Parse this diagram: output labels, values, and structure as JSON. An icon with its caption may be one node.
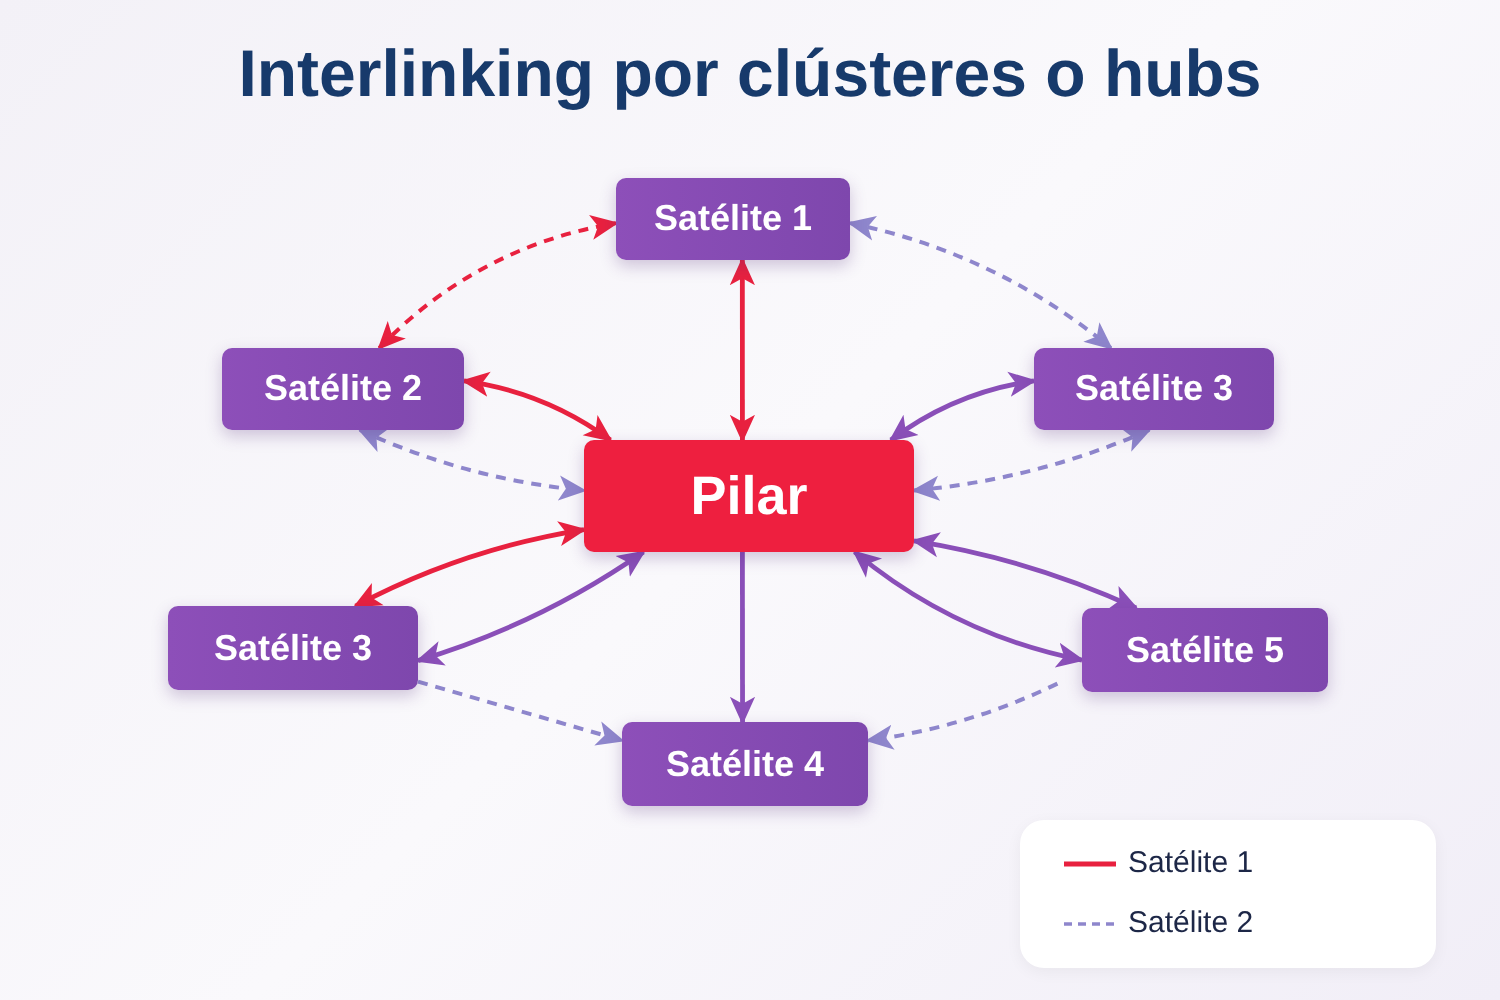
{
  "diagram": {
    "title": "Interlinking por clústeres o hubs",
    "nodes": [
      {
        "text": [
          "Pilar"
        ]
      },
      {
        "text": [
          "Satélite 1"
        ]
      },
      {
        "text": [
          "Satélite 2"
        ]
      },
      {
        "text": [
          "Satélite 3"
        ]
      },
      {
        "text": [
          "Satélite 3"
        ]
      },
      {
        "text": [
          "Satélite 4"
        ]
      },
      {
        "text": [
          "Satélite 5"
        ]
      }
    ],
    "edges": [
      {
        "from": 1,
        "to": 0,
        "arrow": "both",
        "color": "#e8213f"
      },
      {
        "from": 2,
        "to": 0,
        "arrow": "both",
        "color": "#e8213f"
      },
      {
        "from": 0,
        "to": 4,
        "arrow": "both",
        "color": "#e8213f"
      },
      {
        "from": 2,
        "to": 1,
        "arrow": "both",
        "style": "dashed",
        "color": "#e8213f"
      },
      {
        "from": 1,
        "to": 3,
        "arrow": "both",
        "style": "dashed",
        "color": "#8e86cc"
      },
      {
        "from": 2,
        "to": 0,
        "arrow": "both",
        "style": "dashed",
        "color": "#8e86cc"
      },
      {
        "from": 3,
        "to": 0,
        "arrow": "both"
      },
      {
        "from": 3,
        "to": 0,
        "arrow": "both",
        "style": "dashed",
        "color": "#8e86cc"
      },
      {
        "from": 0,
        "to": 5,
        "arrow": "to"
      },
      {
        "from": 4,
        "to": 0,
        "arrow": "both"
      },
      {
        "from": 4,
        "to": 5,
        "arrow": "to",
        "style": "dashed",
        "color": "#8e86cc"
      },
      {
        "from": 0,
        "to": 6,
        "arrow": "both"
      },
      {
        "from": 0,
        "to": 6,
        "arrow": "both"
      },
      {
        "from": 6,
        "to": 5,
        "arrow": "to",
        "style": "dashed",
        "color": "#8e86cc"
      }
    ],
    "legend": [
      {
        "text": "Satélite 1"
      },
      {
        "text": "Satélite 2"
      }
    ]
  }
}
